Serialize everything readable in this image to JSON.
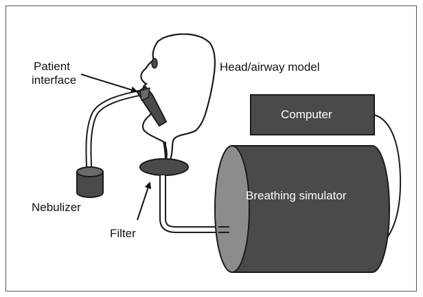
{
  "labels": {
    "patient_interface_line1": "Patient",
    "patient_interface_line2": "interface",
    "head_airway_model": "Head/airway model",
    "computer": "Computer",
    "breathing_simulator": "Breathing simulator",
    "nebulizer": "Nebulizer",
    "filter": "Filter"
  },
  "colors": {
    "device_fill": "#4a4a4a",
    "cylinder_face": "#8c8c8c",
    "outline": "#1a1a1a",
    "border": "#555555"
  }
}
